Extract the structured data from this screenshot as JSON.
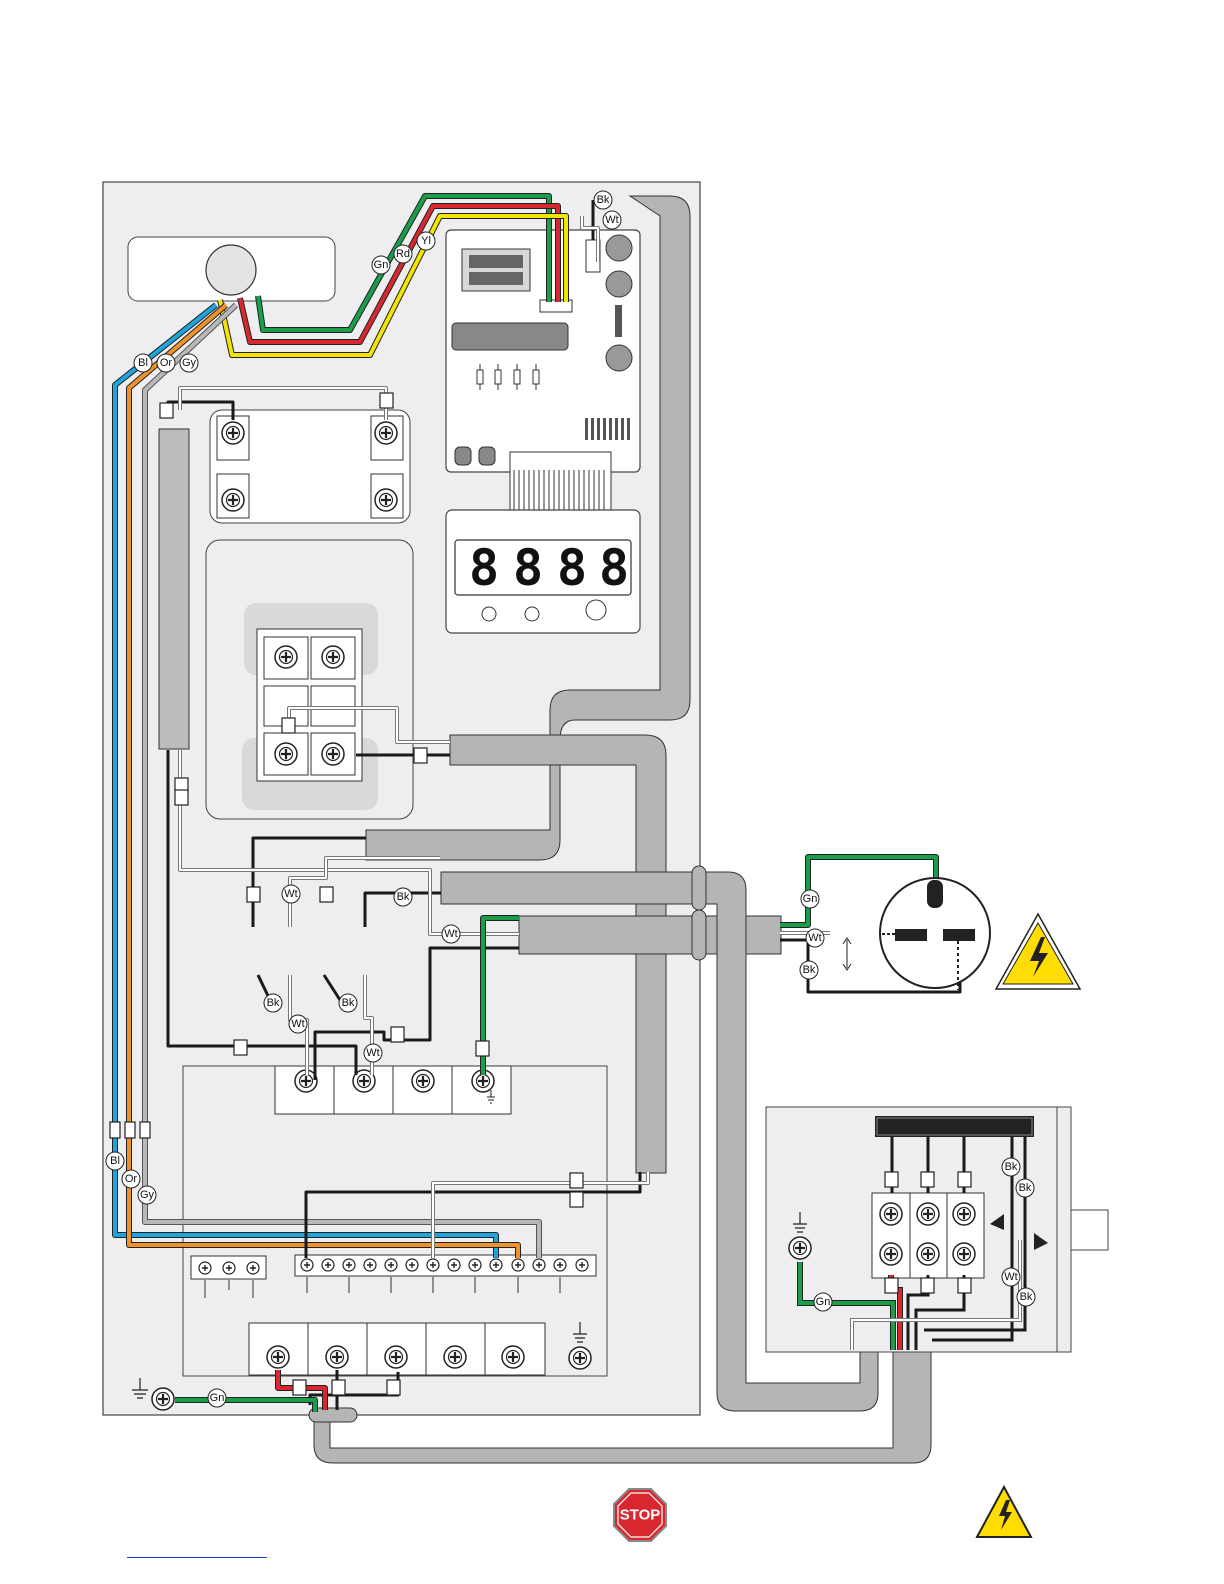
{
  "labels": {
    "bk": "Bk",
    "wt": "Wt",
    "gn": "Gn",
    "rd": "Rd",
    "yl": "Yl",
    "bl": "Bl",
    "or": "Or",
    "gy": "Gy"
  },
  "display": {
    "digits": [
      "8",
      "8",
      "8",
      "8"
    ]
  },
  "stop_sign": {
    "text": "STOP"
  },
  "colors": {
    "green": "#1a9e4a",
    "red": "#d7282f",
    "yellow": "#f2e500",
    "blue": "#1ea5dd",
    "orange": "#f0922b",
    "gray_wire": "#b8b8b8",
    "white_wire": "#ffffff",
    "black_wire": "#1a1a1a",
    "conduit": "#b5b5b5",
    "panel": "#eeeef0",
    "warning_yellow": "#ffdd00"
  }
}
